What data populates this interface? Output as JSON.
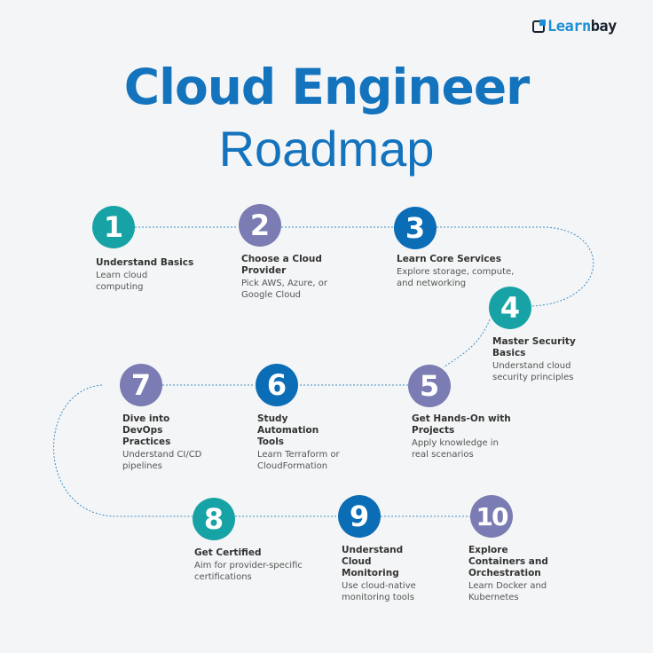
{
  "brand": {
    "logo_part1": "Learn",
    "logo_part2": "bay",
    "icon": "learnbay-logo-icon"
  },
  "title": {
    "line1": "Cloud Engineer",
    "line2": "Roadmap"
  },
  "colors": {
    "teal": "#17a3a5",
    "purple": "#7a7cb3",
    "blue": "#0b6db6",
    "title": "#1473bd",
    "connector": "#3d8fc4"
  },
  "steps": [
    {
      "num": "1",
      "title": "Understand Basics",
      "desc": "Learn cloud computing",
      "color": "teal"
    },
    {
      "num": "2",
      "title": "Choose a Cloud Provider",
      "desc": "Pick AWS, Azure, or Google Cloud",
      "color": "purple"
    },
    {
      "num": "3",
      "title": "Learn Core Services",
      "desc": "Explore storage, compute, and networking",
      "color": "blue"
    },
    {
      "num": "4",
      "title": "Master Security Basics",
      "desc": "Understand cloud security principles",
      "color": "teal"
    },
    {
      "num": "5",
      "title": "Get Hands-On with Projects",
      "desc": "Apply knowledge in real scenarios",
      "color": "purple"
    },
    {
      "num": "6",
      "title": "Study Automation Tools",
      "desc": "Learn Terraform or CloudFormation",
      "color": "blue"
    },
    {
      "num": "7",
      "title": "Dive into DevOps Practices",
      "desc": "Understand CI/CD pipelines",
      "color": "purple"
    },
    {
      "num": "8",
      "title": "Get Certified",
      "desc": "Aim for provider-specific certifications",
      "color": "teal"
    },
    {
      "num": "9",
      "title": "Understand Cloud Monitoring",
      "desc": "Use cloud-native monitoring tools",
      "color": "blue"
    },
    {
      "num": "10",
      "title": "Explore Containers and Orchestration",
      "desc": "Learn Docker and Kubernetes",
      "color": "purple"
    }
  ]
}
